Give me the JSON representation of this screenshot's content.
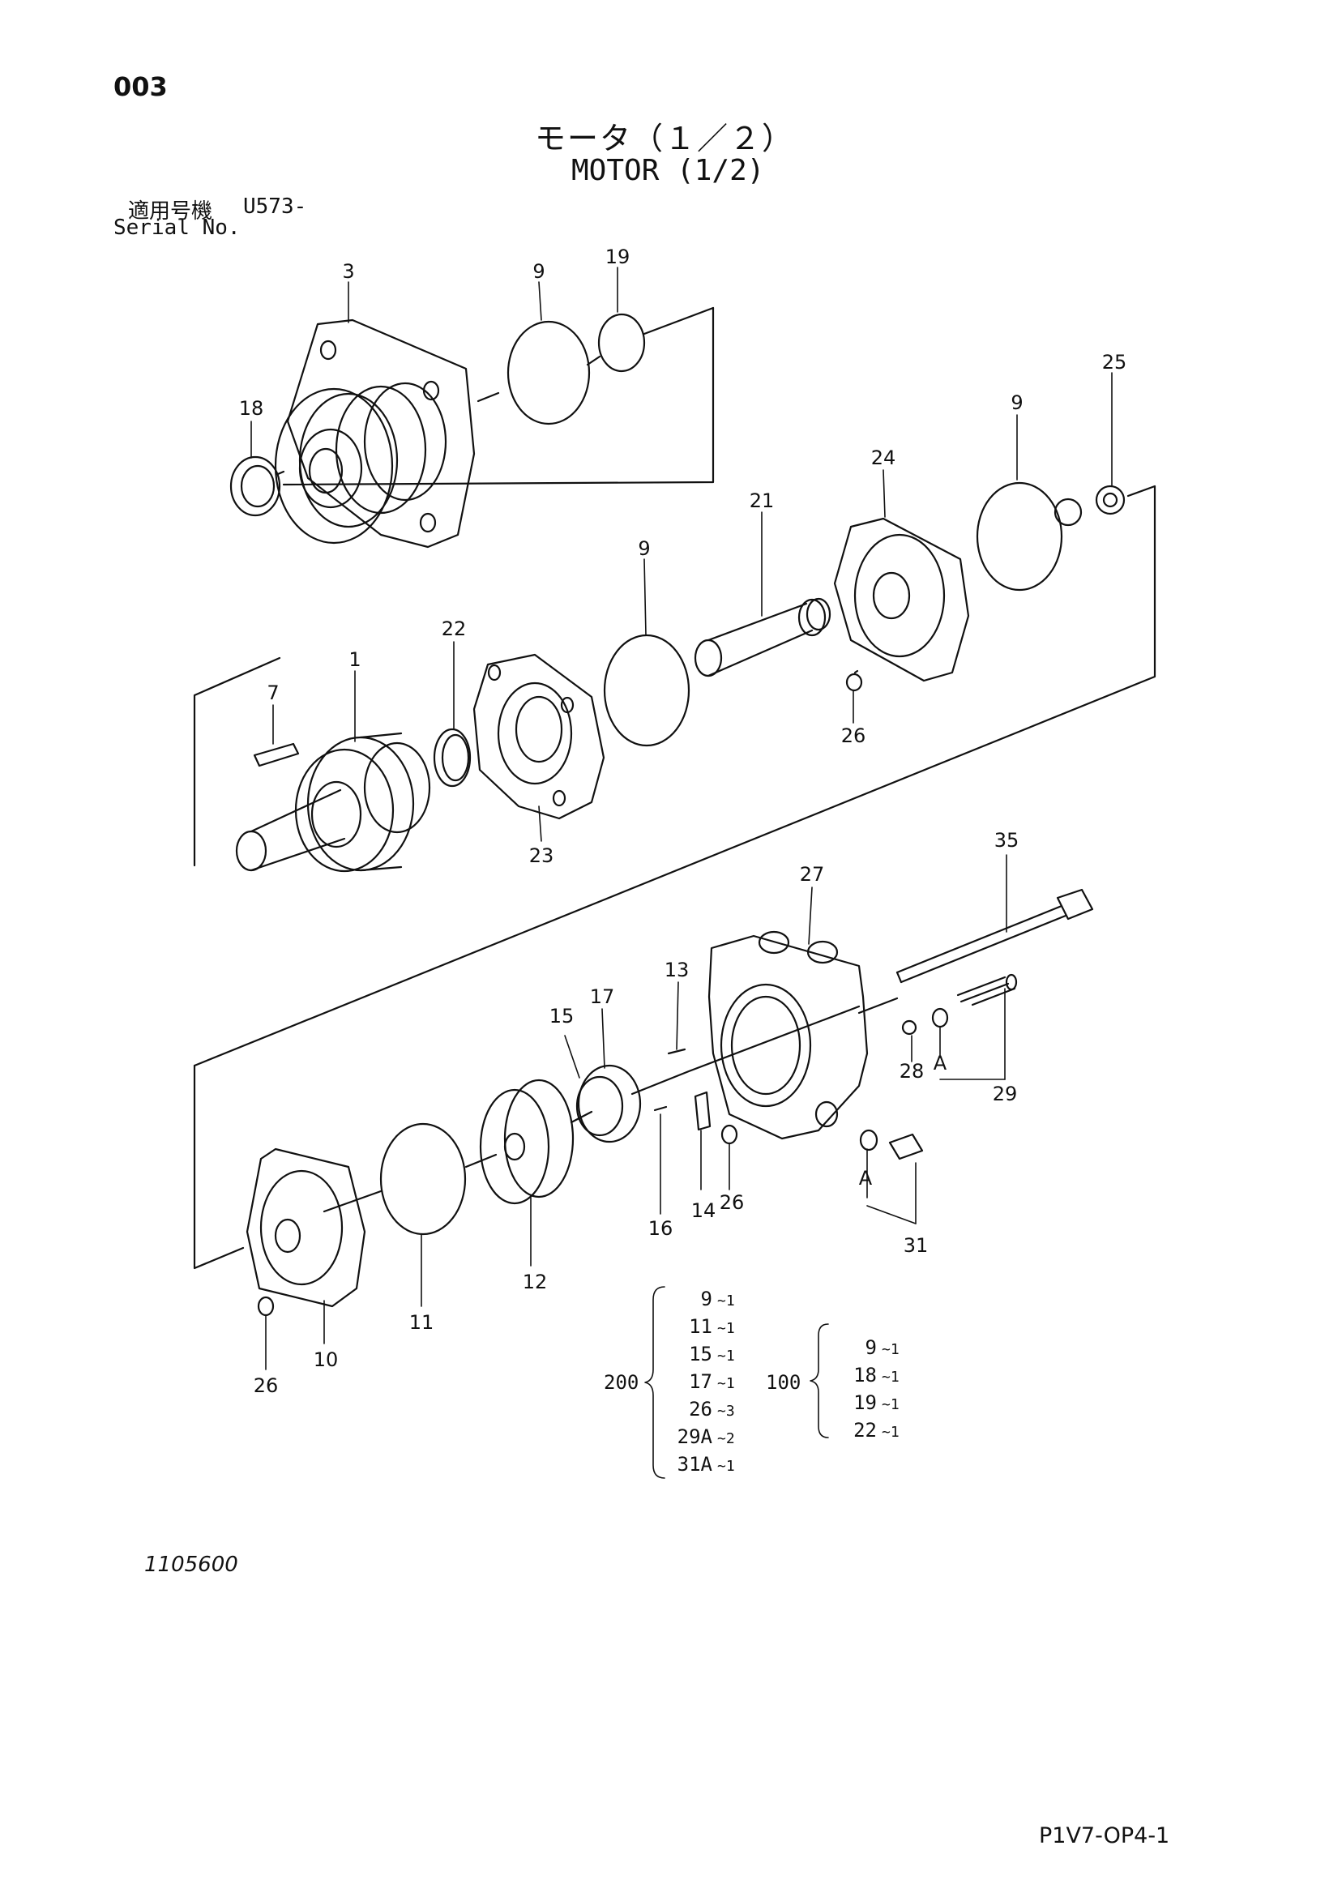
{
  "page_number": "003",
  "title_jp": "モータ（１／２）",
  "title_en": "MOTOR (1/2)",
  "serial": {
    "label_jp": "適用号機",
    "label_en": "Serial No.",
    "model": "U573-"
  },
  "drawing_number": "1105600",
  "footer_code": "P1V7-OP4-1",
  "callouts": {
    "c3": "3",
    "c9a": "9",
    "c19": "19",
    "c18": "18",
    "c25": "25",
    "c9b": "9",
    "c24": "24",
    "c21": "21",
    "c9c": "9",
    "c22": "22",
    "c1": "1",
    "c7": "7",
    "c23": "23",
    "c26a": "26",
    "c35": "35",
    "c27": "27",
    "c13": "13",
    "c17": "17",
    "c15": "15",
    "c28": "28",
    "cA1": "A",
    "c29": "29",
    "c14": "14",
    "c26b": "26",
    "c16": "16",
    "cA2": "A",
    "c31": "31",
    "c12": "12",
    "c11": "11",
    "c10": "10",
    "c26c": "26"
  },
  "kits": {
    "kit200": {
      "label": "200",
      "items": [
        {
          "part": "9",
          "qty": "~1"
        },
        {
          "part": "11",
          "qty": "~1"
        },
        {
          "part": "15",
          "qty": "~1"
        },
        {
          "part": "17",
          "qty": "~1"
        },
        {
          "part": "26",
          "qty": "~3"
        },
        {
          "part": "29A",
          "qty": "~2"
        },
        {
          "part": "31A",
          "qty": "~1"
        }
      ]
    },
    "kit100": {
      "label": "100",
      "items": [
        {
          "part": "9",
          "qty": "~1"
        },
        {
          "part": "18",
          "qty": "~1"
        },
        {
          "part": "19",
          "qty": "~1"
        },
        {
          "part": "22",
          "qty": "~1"
        }
      ]
    }
  }
}
